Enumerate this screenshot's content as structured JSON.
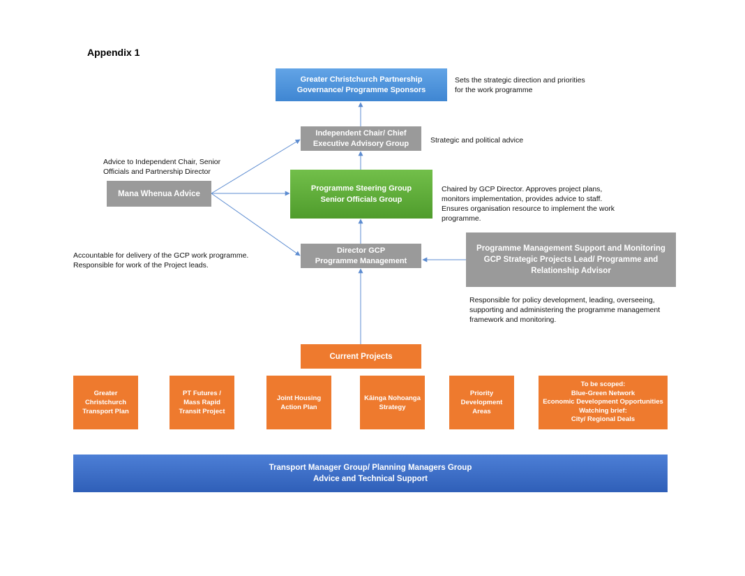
{
  "page_title": "Appendix 1",
  "boxes": {
    "sponsors": [
      "Greater Christchurch Partnership",
      "Governance/ Programme Sponsors"
    ],
    "chair": [
      "Independent Chair/ Chief",
      "Executive Advisory Group"
    ],
    "steering": [
      "Programme Steering Group",
      "Senior Officials Group"
    ],
    "mana_whenua": [
      "Mana Whenua Advice"
    ],
    "director": [
      "Director GCP",
      "Programme Management"
    ],
    "pm_support": [
      "Programme Management Support and Monitoring",
      "GCP Strategic Projects Lead/ Programme and",
      "Relationship Advisor"
    ],
    "current_projects": [
      "Current Projects"
    ],
    "projects": [
      [
        "Greater",
        "Christchurch",
        "Transport Plan"
      ],
      [
        "PT Futures /",
        "Mass Rapid",
        "Transit Project"
      ],
      [
        "Joint Housing",
        "Action Plan"
      ],
      [
        "Kāinga Nohoanga",
        "Strategy"
      ],
      [
        "Priority",
        "Development",
        "Areas"
      ],
      [
        "To be scoped:",
        "Blue-Green Network",
        "Economic Development Opportunities",
        "Watching brief:",
        "City/ Regional Deals"
      ]
    ],
    "transport": [
      "Transport Manager Group/ Planning Managers Group",
      "Advice and Technical Support"
    ]
  },
  "notes": {
    "sponsors": [
      "Sets the strategic direction and priorities",
      "for the work programme"
    ],
    "chair": [
      "Strategic and political advice"
    ],
    "mana_whenua": [
      "Advice to Independent Chair, Senior",
      "Officials and Partnership Director"
    ],
    "steering": [
      "Chaired by GCP Director. Approves project plans,",
      "monitors implementation, provides advice to staff.",
      "Ensures organisation resource to implement the work",
      "programme."
    ],
    "director": [
      "Accountable for delivery of the GCP work programme.",
      "Responsible for work of the Project leads."
    ],
    "pm_support": [
      "Responsible for policy development, leading, overseeing,",
      "supporting and administering the programme management",
      "framework and monitoring."
    ]
  },
  "colors": {
    "arrow": "#5b8bd0",
    "blue_light": "#4a90d9",
    "grey": "#9a9a9a",
    "green": "#5cab36",
    "orange": "#ee7a2e",
    "blue_dark": "#3a6cc6"
  }
}
